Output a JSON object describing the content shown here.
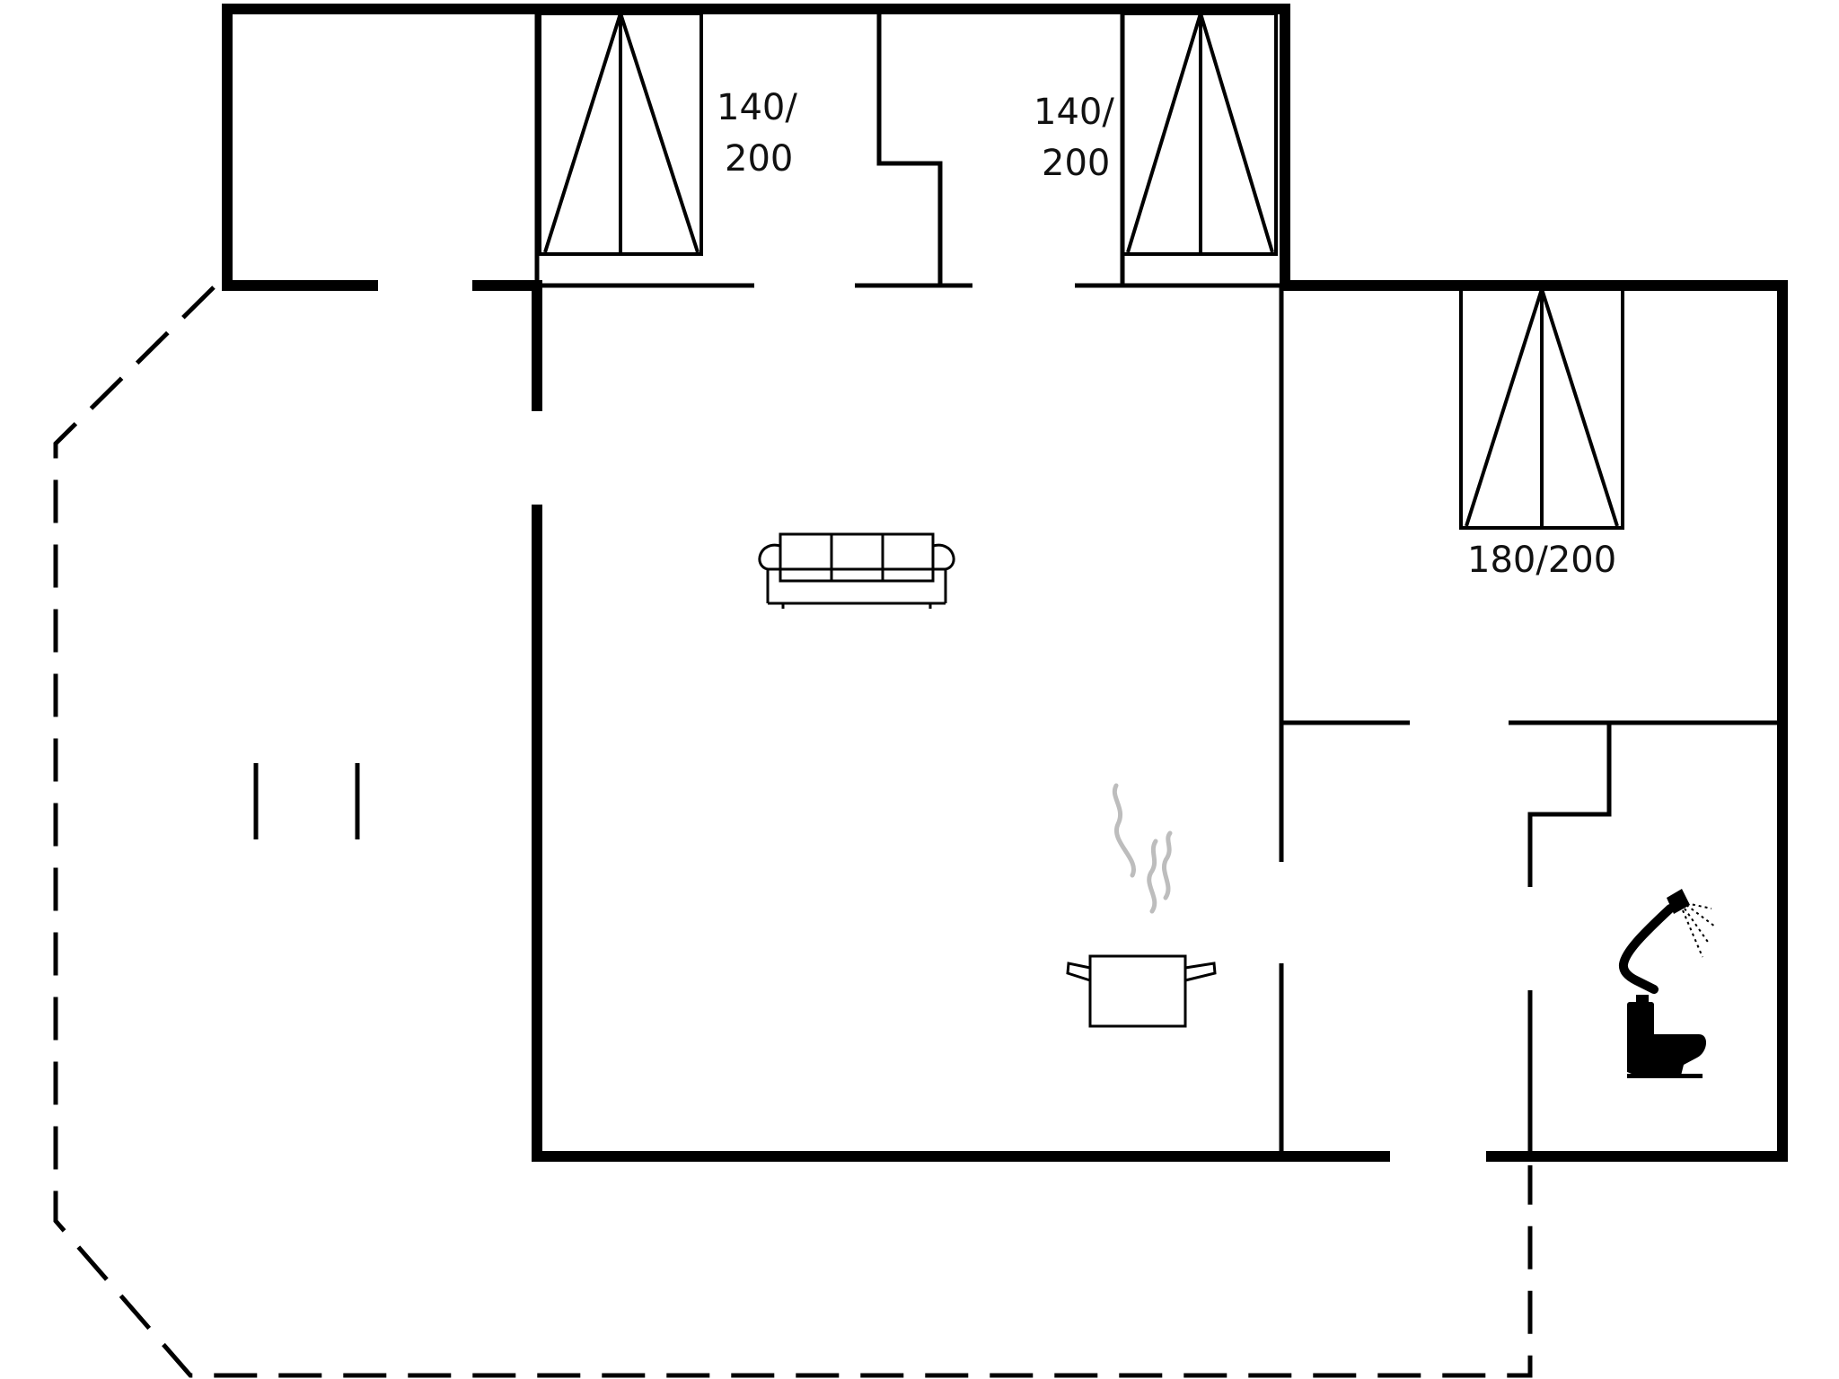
{
  "floor_plan": {
    "bed_labels": {
      "bedroom_1": [
        "140/",
        "200"
      ],
      "bedroom_2": [
        "140/",
        "200"
      ],
      "bedroom_3": "180/200"
    },
    "icons": [
      "bed-icon",
      "sofa-icon",
      "cooking-pot-icon",
      "shower-icon",
      "toilet-icon"
    ],
    "colors": {
      "wall": "#000000",
      "steam": "#bdbdbd",
      "background": "#ffffff"
    }
  }
}
